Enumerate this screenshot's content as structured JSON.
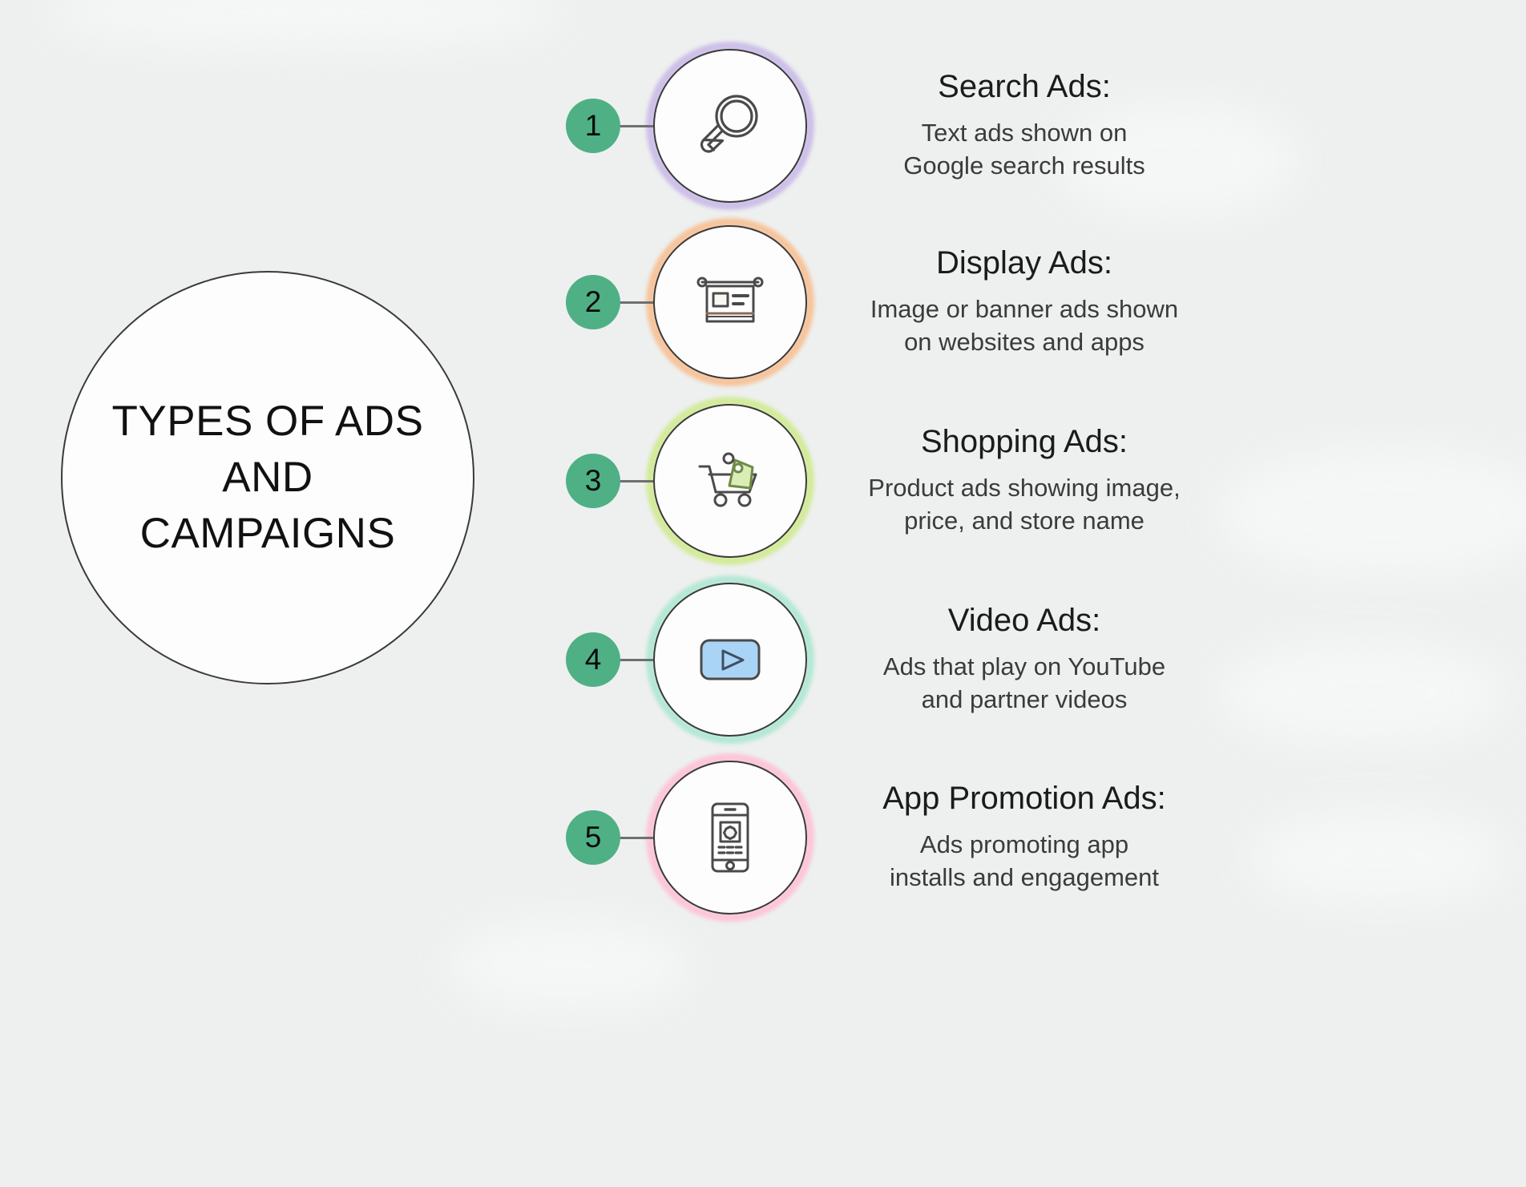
{
  "hub": {
    "title": "TYPES OF ADS\nAND\nCAMPAIGNS"
  },
  "colors": {
    "background": "#eef0ef",
    "badge_green": "#4fb086",
    "connector": "#6f6f6f",
    "outline": "#3a3a3a",
    "heading_text": "#1b1b1b",
    "body_text": "#3b3b3b",
    "ring_1_purple": "#cdbfe8",
    "ring_2_peach": "#f6c49c",
    "ring_3_green": "#d3ea9a",
    "ring_4_mint": "#b4e8d4",
    "ring_5_pink": "#fcc6d7",
    "tag_green_fill": "#d9edb4",
    "video_blue_fill": "#aad4f5"
  },
  "items": [
    {
      "number": "1",
      "icon": "magnifier-icon",
      "ring": "#cdbfe8",
      "heading": "Search Ads:",
      "description": "Text ads shown on\nGoogle search results"
    },
    {
      "number": "2",
      "icon": "banner-icon",
      "ring": "#f6c49c",
      "heading": "Display Ads:",
      "description": "Image or banner ads shown\non websites and apps"
    },
    {
      "number": "3",
      "icon": "shopping-cart-tag-icon",
      "ring": "#d3ea9a",
      "heading": "Shopping Ads:",
      "description": "Product ads showing image,\nprice, and store name"
    },
    {
      "number": "4",
      "icon": "video-play-icon",
      "ring": "#b4e8d4",
      "heading": "Video Ads:",
      "description": "Ads that play on YouTube\nand partner videos"
    },
    {
      "number": "5",
      "icon": "smartphone-app-icon",
      "ring": "#fcc6d7",
      "heading": "App Promotion Ads:",
      "description": "Ads promoting app\ninstalls and engagement"
    }
  ]
}
